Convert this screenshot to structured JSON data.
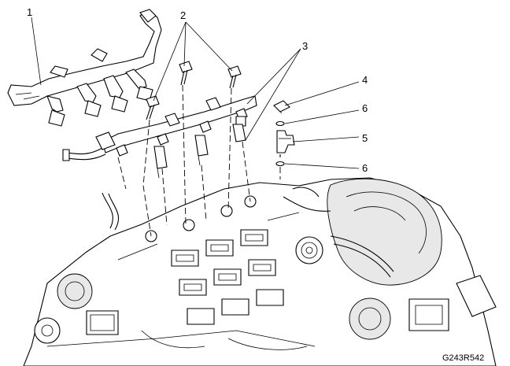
{
  "callouts": {
    "c1": "1",
    "c2": "2",
    "c3": "3",
    "c4": "4",
    "c5": "5",
    "c6a": "6",
    "c6b": "6"
  },
  "figure_id": "G243R542"
}
